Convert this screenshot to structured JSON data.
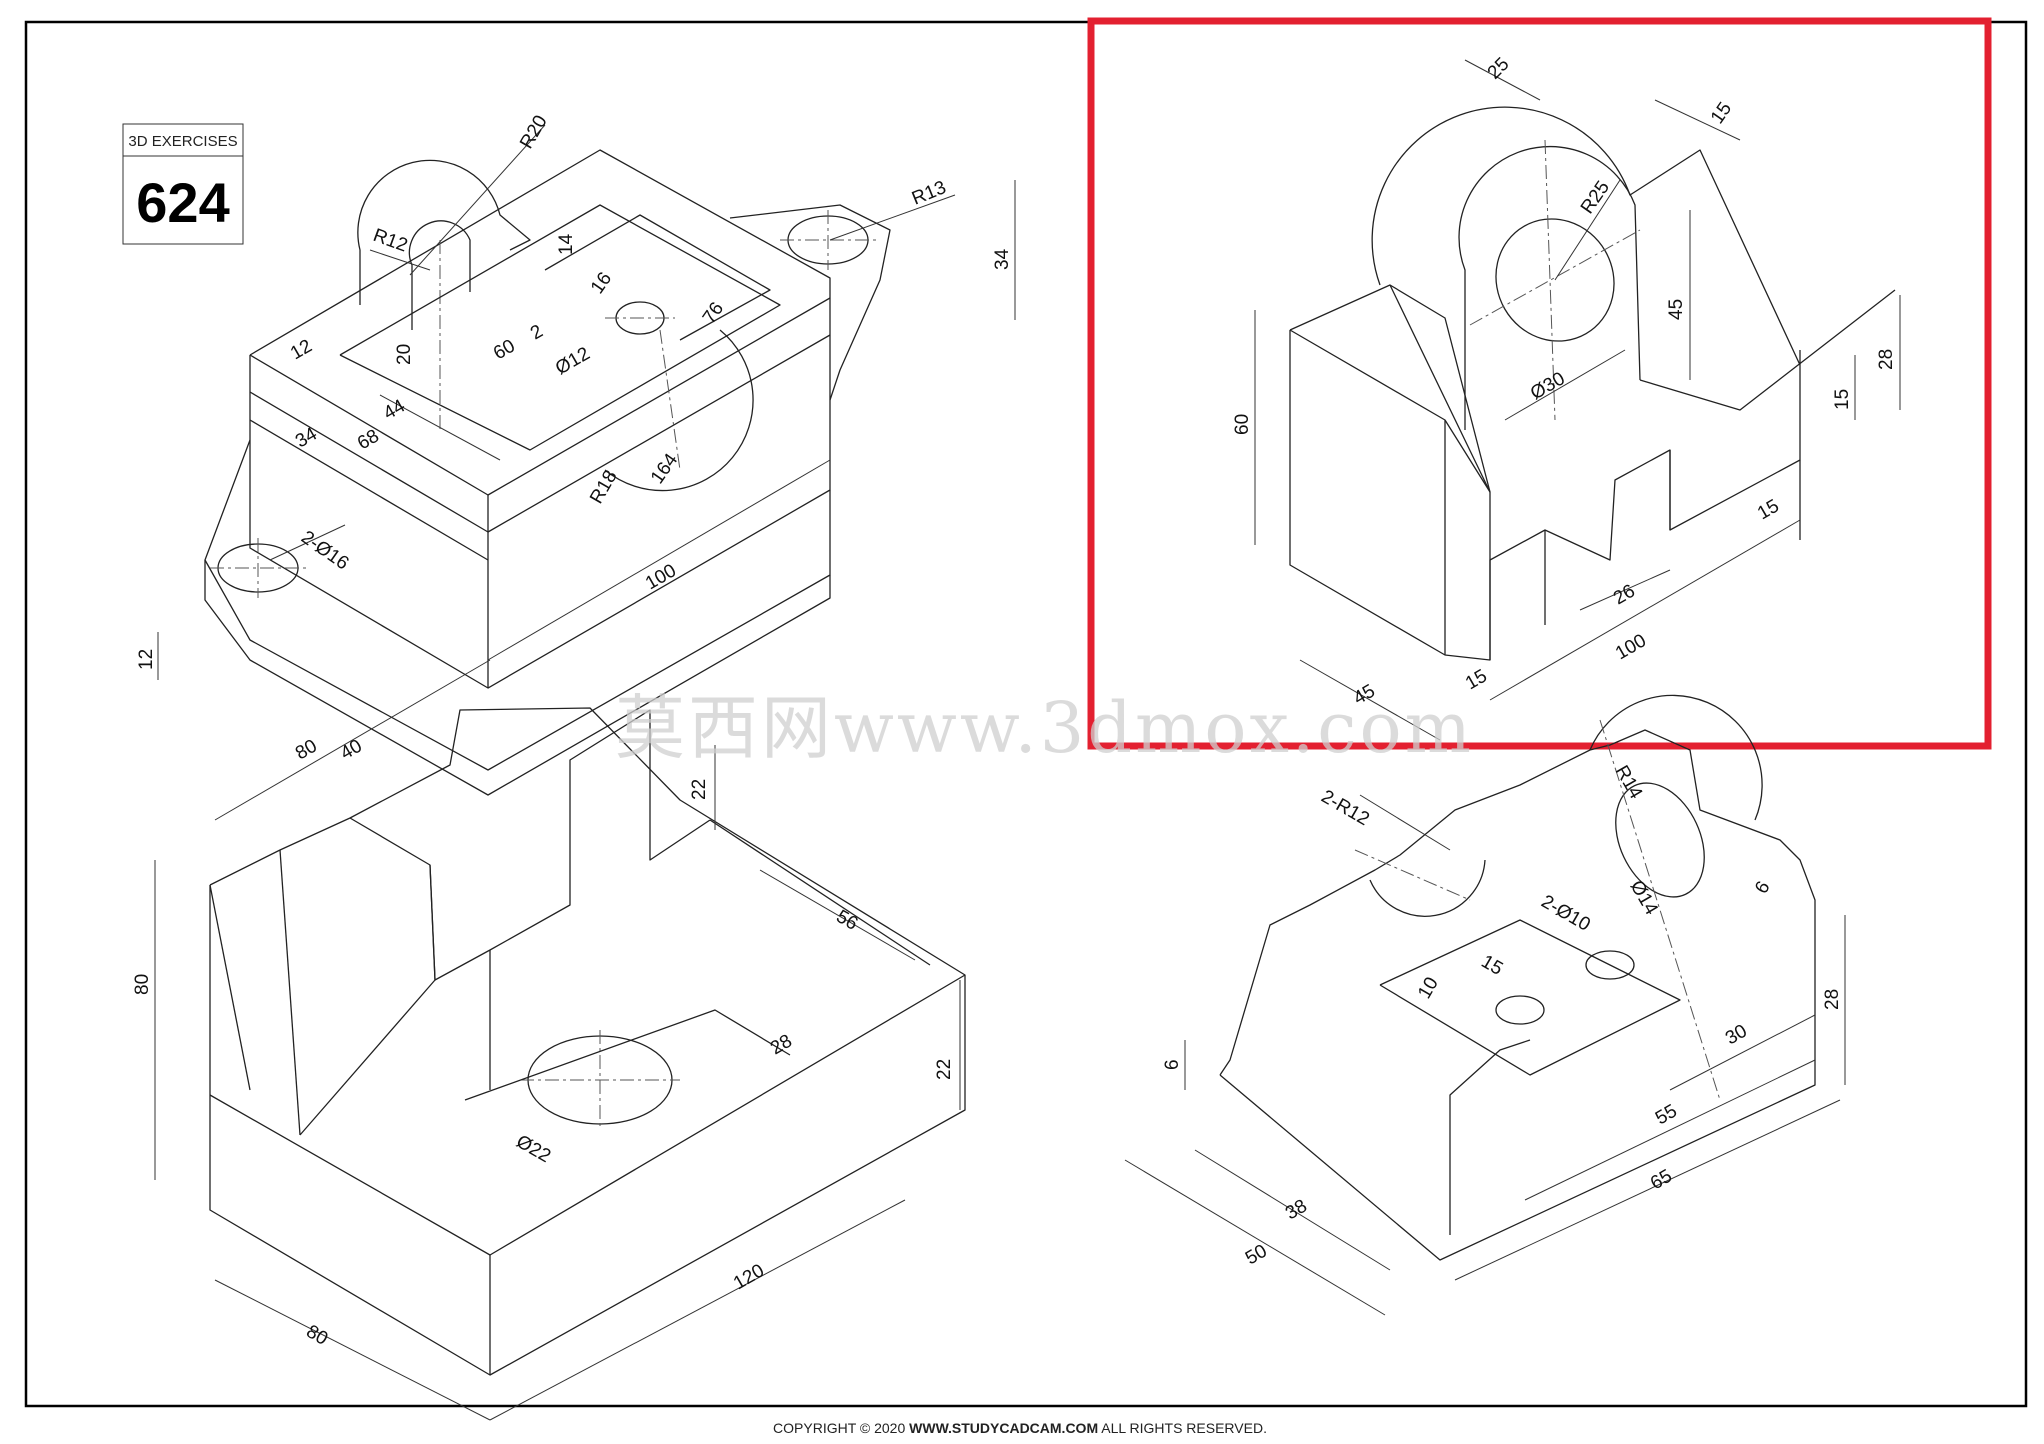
{
  "badge": {
    "title": "3D EXERCISES",
    "number": "624"
  },
  "footer": {
    "prefix": "COPYRIGHT © 2020 ",
    "site": "WWW.STUDYCADCAM.COM",
    "suffix": " ALL RIGHTS RESERVED."
  },
  "watermark": "莫西网www.3dmox.com",
  "highlight_color": "#e32030",
  "views": {
    "top_left": {
      "dims": [
        "R20",
        "R12",
        "14",
        "R13",
        "34",
        "12",
        "20",
        "60",
        "16",
        "2",
        "Ø12",
        "76",
        "44",
        "34",
        "68",
        "R18",
        "164",
        "2-Ø16",
        "100",
        "12"
      ]
    },
    "top_right": {
      "dims": [
        "25",
        "15",
        "R25",
        "45",
        "28",
        "60",
        "Ø30",
        "15",
        "15",
        "26",
        "100",
        "45",
        "15"
      ]
    },
    "bottom_left": {
      "dims": [
        "80",
        "40",
        "22",
        "56",
        "80",
        "28",
        "22",
        "Ø22",
        "120",
        "80"
      ]
    },
    "bottom_right": {
      "dims": [
        "2-R12",
        "R14",
        "2-Ø10",
        "Ø14",
        "6",
        "15",
        "10",
        "28",
        "30",
        "6",
        "55",
        "38",
        "65",
        "50"
      ]
    }
  }
}
